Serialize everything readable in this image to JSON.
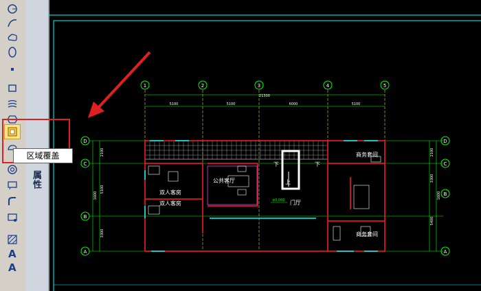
{
  "toolbar": {
    "tools": [
      "circle-tool",
      "arc-tool",
      "revision-cloud-tool",
      "ellipse-tool",
      "point-tool",
      "rectangle-tool",
      "spline-tool",
      "hexagon-tool",
      "wipeout-tool",
      "region-tool",
      "ring-tool",
      "polyline-shape-tool",
      "torus-tool",
      "table-tool",
      "hatch-tool",
      "text-tool",
      "mtext-tool"
    ],
    "active_tool": "wipeout-tool"
  },
  "tooltip": {
    "text": "区域覆盖"
  },
  "properties_panel": {
    "label": "属性"
  },
  "drawing": {
    "column_axes": [
      "1",
      "2",
      "3",
      "4",
      "5"
    ],
    "row_axes": [
      "D",
      "C",
      "B",
      "A"
    ],
    "total_width": "21300",
    "bay_widths": [
      "5100",
      "5100",
      "6000",
      "5100"
    ],
    "left_dims": [
      "2100",
      "5100",
      "1600",
      "3300"
    ],
    "right_dims": [
      "2100",
      "3300",
      "1600",
      "5400"
    ],
    "rooms": {
      "public_hall": "公共客厅",
      "double_room_1": "双人客房",
      "double_room_2": "双人客房",
      "lobby": "门厅",
      "business_room_1": "商务套间",
      "business_room_2": "商务套间"
    },
    "elevation": "±0.000",
    "stair_marks": [
      "下",
      "下",
      "上"
    ],
    "colors": {
      "grid": "#00ff00",
      "wall": "#ff2020",
      "axis_line": "#ffff66",
      "border": "#00ffff",
      "dim": "#ffffff"
    }
  },
  "annotations": {
    "arrow_color": "#e02020"
  }
}
